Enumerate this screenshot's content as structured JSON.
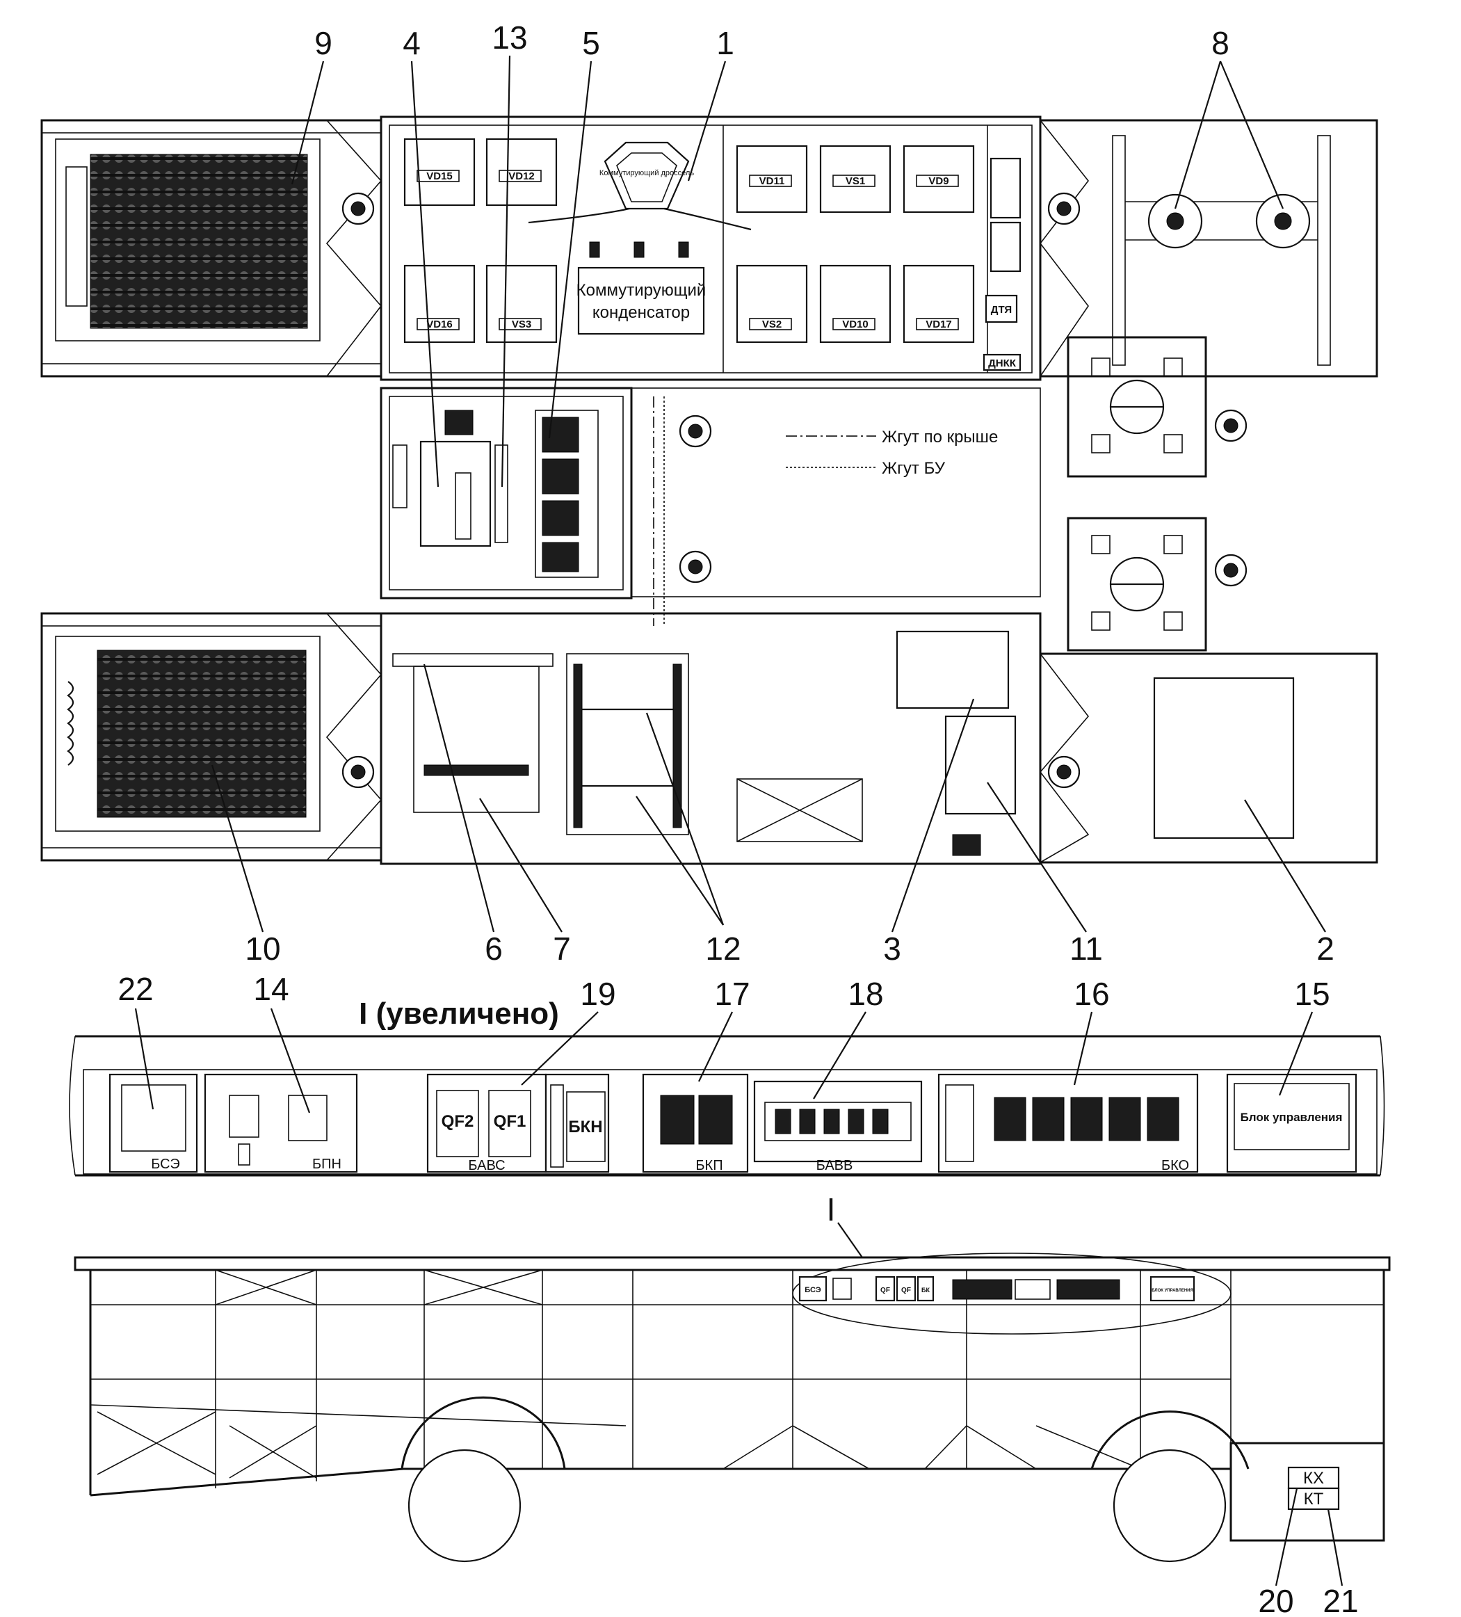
{
  "top_view": {
    "callouts": [
      "9",
      "4",
      "13",
      "5",
      "1",
      "8",
      "10",
      "6",
      "7",
      "12",
      "3",
      "11",
      "2"
    ],
    "thyristors": [
      "VD15",
      "VD12",
      "VD11",
      "VS1",
      "VD9",
      "VD16",
      "VS3",
      "VS2",
      "VD10",
      "VD17"
    ],
    "choke_label": "Коммутирующий дроссель",
    "capacitor_label": [
      "Коммутирующий",
      "конденсатор"
    ],
    "sensor_labels": [
      "ДТЯ",
      "ДНКК"
    ],
    "legend": [
      {
        "label": "Жгут по крыше",
        "style": "dash-dot"
      },
      {
        "label": "Жгут БУ",
        "style": "dotted"
      }
    ]
  },
  "enlarged_view": {
    "title": "I (увеличено)",
    "callouts": [
      "22",
      "14",
      "19",
      "17",
      "18",
      "16",
      "15"
    ],
    "blocks": [
      "БСЭ",
      "БПН",
      "БАВС",
      "БКН",
      "БКП",
      "БАВВ",
      "БКО"
    ],
    "breakers": [
      "QF2",
      "QF1"
    ],
    "control_block": "Блок управления"
  },
  "side_view": {
    "detail_marker": "I",
    "mini_labels": [
      "БСЭ",
      "QF",
      "QF",
      "БК",
      "БЛОК УПРАВЛЕНИЯ"
    ],
    "boxes": [
      "КХ",
      "КТ"
    ],
    "callouts": [
      "20",
      "21"
    ]
  }
}
